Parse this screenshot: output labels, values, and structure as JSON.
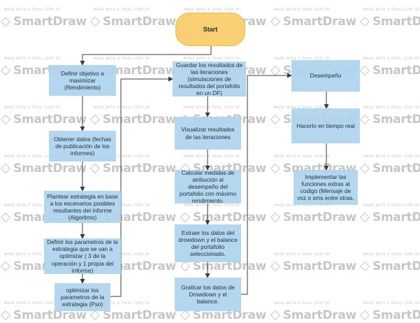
{
  "watermark": {
    "small_text": "MADE WITH A TRIAL COPY OF",
    "logo_text": "SmartDraw"
  },
  "flowchart": {
    "start": "Start",
    "col1": [
      "Definir objetivo a maximizar (Rendimiento)",
      "Obtener datos (fechas de publicación de los informes)",
      "Plantear estrategia en base a los escenarios posibles resultantes del informe (Algoritmo)",
      "Definir los parametros de la estrategia que se van a optimizar ( 3 de la operación y 1 propia del informe)",
      "optimizar los parametros de la estrategia (Pso)"
    ],
    "col2": [
      "Guardar los resultados de las iteraciones (simulaciones de resultados del portafolio en un DF)",
      "Visualizar resultados de las iteraciones",
      "Calcular medidas de atribución al desempeño del portafolio con máximo rendimiento.",
      "Extraer los datos del drowdown y el balance del portafolio seleccionado.",
      "Graficar los datos de Drowdown y el balance."
    ],
    "col3": [
      "Desempeño",
      "Hacerlo en tiempo real",
      "Implementar las funciones extras al codigo (Mensaje de voz o sms entre otras."
    ]
  },
  "colors": {
    "process_fill": "#aed4ee",
    "terminator_fill": "#f9cf75",
    "edge": "#3c3c3c"
  }
}
